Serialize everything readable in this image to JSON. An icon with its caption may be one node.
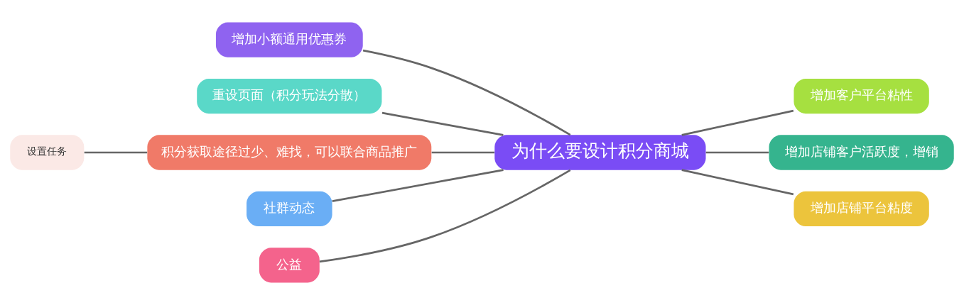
{
  "diagram": {
    "nodes": [
      {
        "text": [
          "为什么要设计积分商城"
        ]
      },
      {
        "text": [
          "增加小额通用优惠券"
        ]
      },
      {
        "text": [
          "重设页面（积分玩法分散）"
        ]
      },
      {
        "text": [
          "积分获取途径过少、难找，可以联合商品推广"
        ]
      },
      {
        "text": [
          "设置任务"
        ]
      },
      {
        "text": [
          "社群动态"
        ]
      },
      {
        "text": [
          "公益"
        ]
      },
      {
        "text": [
          "增加客户平台粘性"
        ]
      },
      {
        "text": [
          "增加店铺客户活跃度，增销"
        ]
      },
      {
        "text": [
          "增加店铺平台粘度"
        ]
      }
    ],
    "edges": [
      {
        "from": 0,
        "to": 1,
        "arrow": "none"
      },
      {
        "from": 0,
        "to": 2,
        "arrow": "none"
      },
      {
        "from": 0,
        "to": 3,
        "arrow": "none"
      },
      {
        "from": 3,
        "to": 4,
        "arrow": "none"
      },
      {
        "from": 0,
        "to": 5,
        "arrow": "none"
      },
      {
        "from": 0,
        "to": 6,
        "arrow": "none"
      },
      {
        "from": 0,
        "to": 7,
        "arrow": "none"
      },
      {
        "from": 0,
        "to": 8,
        "arrow": "none"
      },
      {
        "from": 0,
        "to": 9,
        "arrow": "none"
      }
    ]
  }
}
